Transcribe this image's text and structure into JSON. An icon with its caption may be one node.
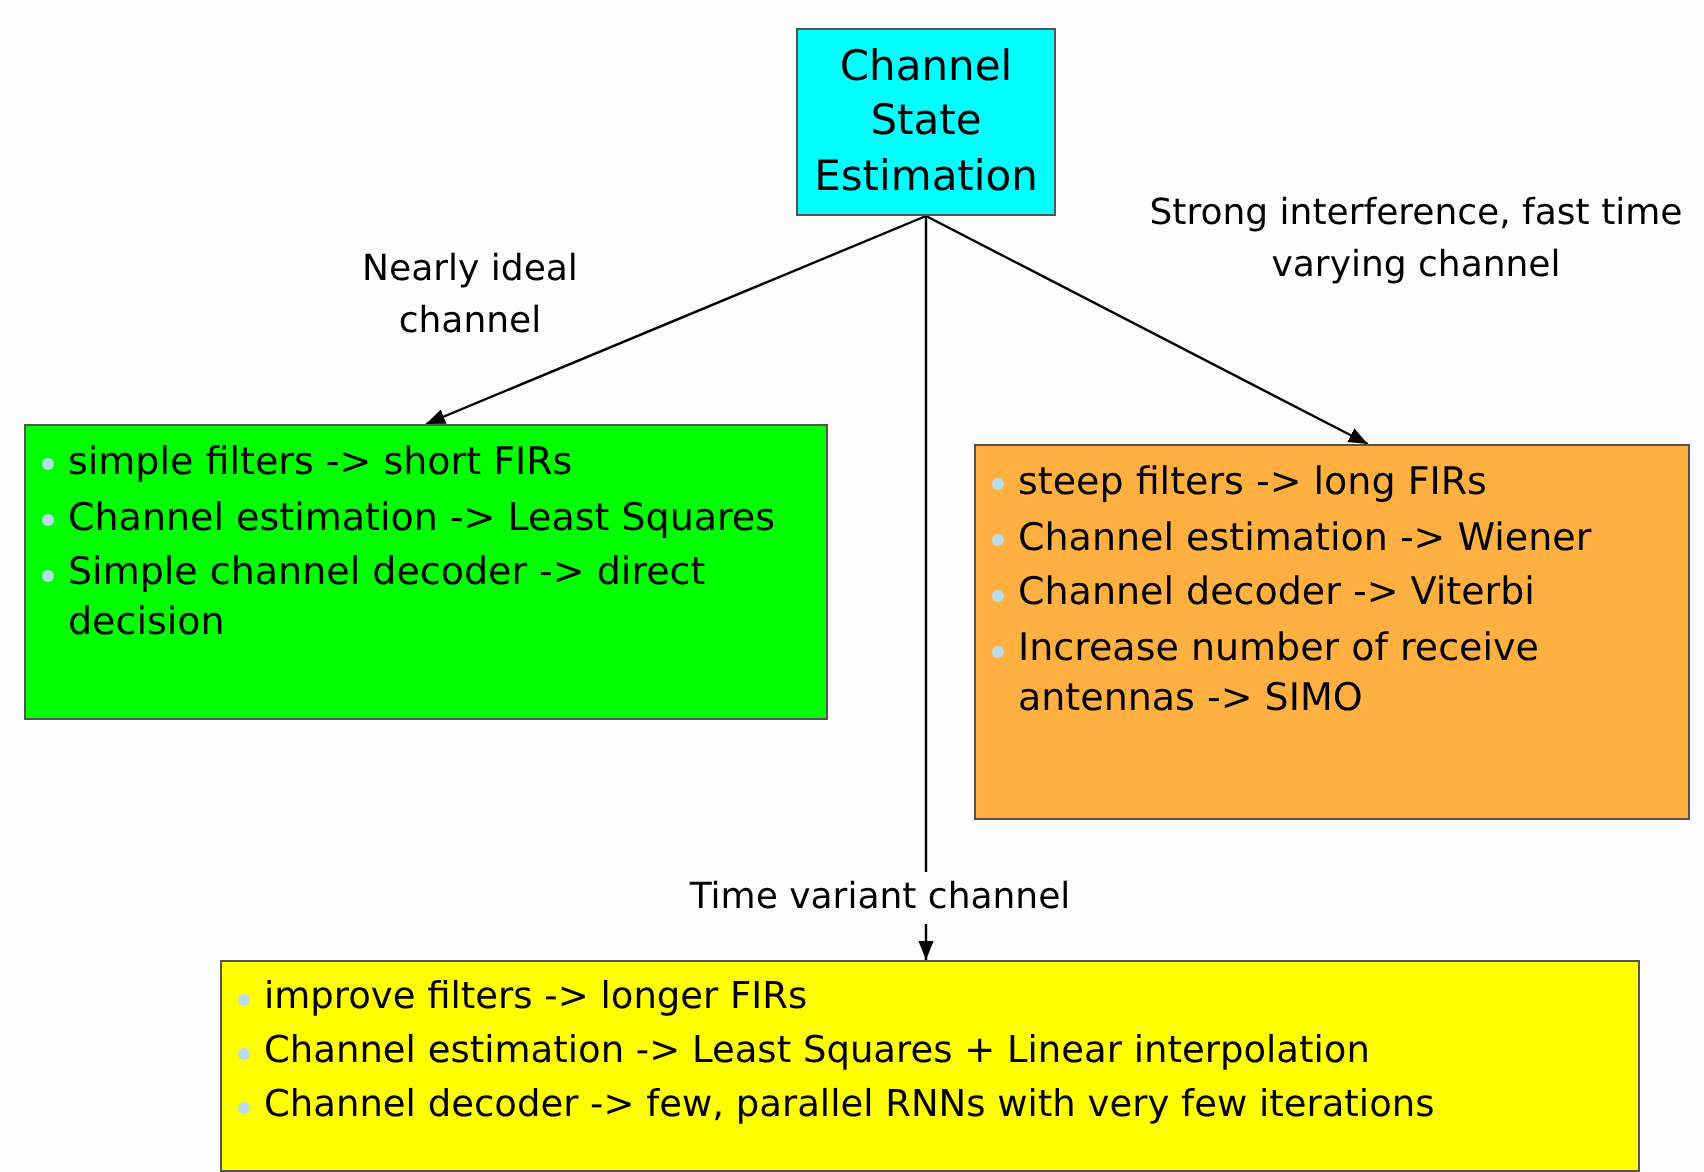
{
  "diagram": {
    "nodes": [
      {
        "text": [
          "Channel State Estimation"
        ]
      },
      {
        "text": [
          "simple filters -> short FIRs",
          "Channel estimation -> Least Squares",
          "Simple channel decoder -> direct decision"
        ]
      },
      {
        "text": [
          "steep filters -> long FIRs",
          "Channel estimation -> Wiener",
          "Channel decoder -> Viterbi",
          "Increase number of receive antennas -> SIMO"
        ]
      },
      {
        "text": [
          "improve filters -> longer FIRs",
          "Channel estimation -> Least Squares + Linear interpolation",
          "Channel decoder -> few, parallel RNNs with very few iterations"
        ]
      }
    ],
    "edges": [
      {
        "from": 0,
        "to": 1,
        "arrow": "to",
        "label": "Nearly ideal channel"
      },
      {
        "from": 0,
        "to": 2,
        "arrow": "to",
        "label": "Strong interference, fast time varying channel"
      },
      {
        "from": 0,
        "to": 3,
        "arrow": "to",
        "label": "Time variant channel"
      }
    ]
  }
}
